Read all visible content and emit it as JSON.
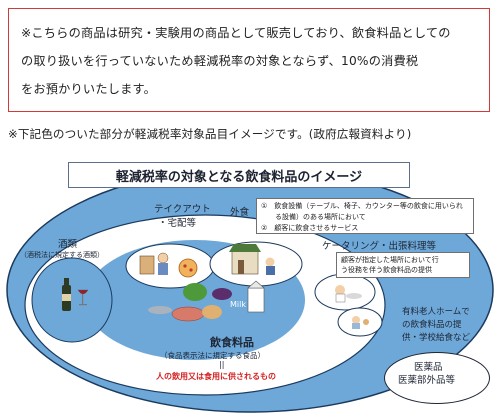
{
  "notice": {
    "line1": "※こちらの商品は研究・実験用の商品として販売しており、飲食料品としての",
    "line2": "の取り扱いを行っていないため軽減税率の対象とならず、10%の消費税",
    "line3": "をお預かりいたします。"
  },
  "caption": "※下記色のついた部分が軽減税率対象品目イメージです。(政府広報資料より)",
  "diagram": {
    "title": "軽減税率の対象となる飲食料品のイメージ",
    "takeout": "テイクアウト",
    "delivery": "・宅配等",
    "eatout": "外食",
    "eatout_note1": "①　飲食設備（テーブル、椅子、カウンター等の飲食に用いられ",
    "eatout_note2": "　　る設備）のある場所において",
    "eatout_note3": "②　顧客に飲食させるサービス",
    "catering": "ケータリング・出張料理等",
    "catering_note1": "顧客が指定した場所において行",
    "catering_note2": "う役務を伴う飲食料品の提供",
    "alcohol": "酒類",
    "alcohol_sub": "（酒税法に規定する酒類）",
    "nursing1": "有料老人ホームで",
    "nursing2": "の飲食料品の提",
    "nursing3": "供・学校給食など",
    "food": "飲食料品",
    "food_sub": "（食品表示法に規定する食品）",
    "equals": "||",
    "food_def": "人の飲用又は食用に供されるもの",
    "milk": "Milk",
    "medicine1": "医薬品",
    "medicine2": "医薬部外品等"
  },
  "colors": {
    "notice_border": "#d23a3a",
    "ellipse_fill": "#6da8d8",
    "ellipse_border": "#1c3a5e",
    "inner_fill": "#ffffff",
    "accent_red": "#d52020"
  }
}
